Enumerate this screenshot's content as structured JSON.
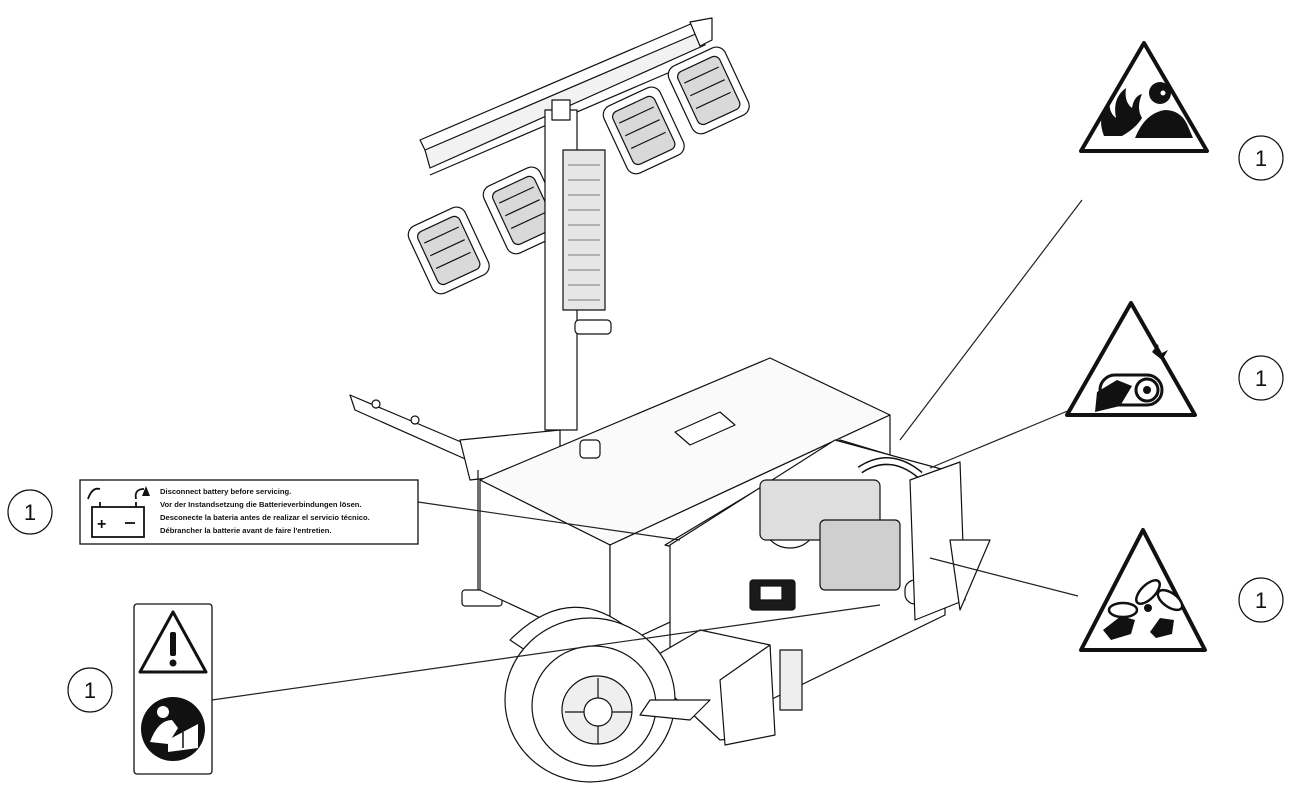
{
  "battery_decal": {
    "lines": [
      "Disconnect battery before servicing.",
      "Vor der Instandsetzung die Batterieverbindungen lösen.",
      "Desconecte la bateria antes de realizar el servicio técnico.",
      "Débrancher la batterie avant de faire l'entretien."
    ]
  },
  "callouts": {
    "battery": "1",
    "manual": "1",
    "hot_surface": "1",
    "belt": "1",
    "fan": "1"
  },
  "icons": {
    "battery_decal": "battery-disconnect-icon",
    "manual_decal": "warning-read-manual-icon",
    "hot_surface": "hot-surface-warning-icon",
    "belt": "belt-entanglement-warning-icon",
    "fan": "fan-blade-warning-icon"
  }
}
